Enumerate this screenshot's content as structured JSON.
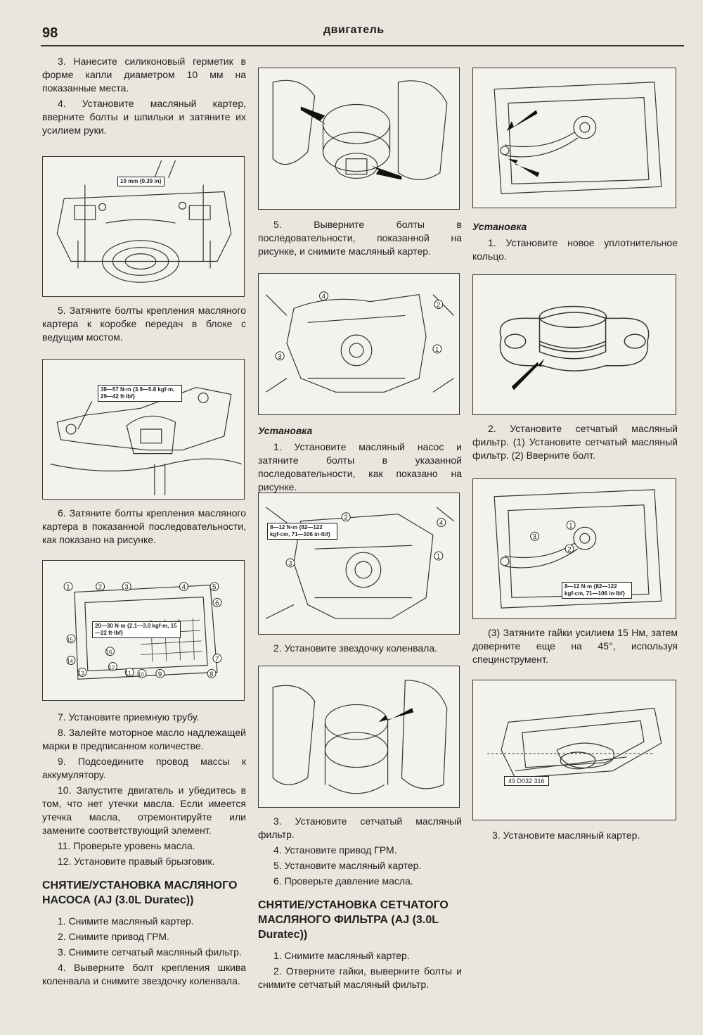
{
  "header": {
    "page_number": "98",
    "section": "двигатель"
  },
  "col1": {
    "p1": "3. Нанесите силиконовый герметик в форме капли диаметром 10 мм на показанные места.",
    "p2": "4. Установите масляный картер, вверните болты и шпильки и затяните их усилием руки.",
    "fig1_callout": "10 mm {0.39 in}",
    "p3": "5. Затяните болты крепления масляного картера к коробке передач в блоке с ведущим мостом.",
    "fig2_callout": "38—57 N·m {3.9—5.8 kgf·m, 29—42 ft·lbf}",
    "p4": "6. Затяните болты крепления масляного картера в показанной последовательности, как показано на рисунке.",
    "fig3_callout": "20—30 N·m {2.1—3.0 kgf·m, 15—22 ft·lbf}",
    "fig3_numbers": [
      "1",
      "2",
      "3",
      "4",
      "5",
      "6",
      "7",
      "8",
      "9",
      "10",
      "11",
      "12",
      "13",
      "14",
      "15",
      "16"
    ],
    "p5": "7. Установите приемную трубу.",
    "p6": "8. Залейте моторное масло надлежащей марки в предписанном количестве.",
    "p7": "9. Подсоедините провод массы к аккумулятору.",
    "p8": "10. Запустите двигатель и убедитесь в том, что нет утечки масла. Если имеется утечка масла, отремонтируйте или замените соответствующий элемент.",
    "p9": "11. Проверьте уровень масла.",
    "p10": "12. Установите правый брызговик.",
    "heading": "СНЯТИЕ/УСТАНОВКА МАСЛЯНОГО НАСОСА (AJ (3.0L Duratec))",
    "p11": "1. Снимите масляный картер.",
    "p12": "2. Снимите привод ГРМ.",
    "p13": "3. Снимите сетчатый масляный фильтр.",
    "p14": "4. Выверните болт крепления шкива коленвала и снимите звездочку коленвала."
  },
  "col2": {
    "p1": "5. Выверните болты в последовательности, показанной на рисунке, и снимите масляный картер.",
    "fig5_numbers": [
      "1",
      "2",
      "3",
      "4"
    ],
    "subheading": "Установка",
    "p2": "1. Установите масляный насос и затяните болты в указанной последовательности, как показано на рисунке.",
    "fig6_callout": "8—12 N·m {82—122 kgf·cm, 71—106 in·lbf}",
    "fig6_numbers": [
      "1",
      "2",
      "3",
      "4"
    ],
    "p3": "2. Установите звездочку коленвала.",
    "p4": "3. Установите сетчатый масляный фильтр.",
    "p5": "4. Установите привод ГРМ.",
    "p6": "5. Установите масляный картер.",
    "p7": "6. Проверьте давление масла.",
    "heading": "СНЯТИЕ/УСТАНОВКА СЕТЧАТОГО МАСЛЯНОГО ФИЛЬТРА (AJ (3.0L Duratec))",
    "p8": "1. Снимите масляный картер.",
    "p9": "2. Отверните гайки, выверните болты и снимите сетчатый масляный фильтр."
  },
  "col3": {
    "subheading": "Установка",
    "p1": "1. Установите новое уплотнительное кольцо.",
    "p2": "2. Установите сетчатый масляный фильтр. (1) Установите сетчатый масляный фильтр. (2) Вверните болт.",
    "fig10_callout": "8—12 N·m {82—122 kgf·cm, 71—106 in·lbf}",
    "fig10_numbers": [
      "1",
      "2",
      "3"
    ],
    "p3": "(3) Затяните гайки усилием 15 Нм, затем доверните еще на 45°, используя специнструмент.",
    "fig11_tool": "49 D032 316",
    "p4": "3. Установите масляный картер."
  }
}
